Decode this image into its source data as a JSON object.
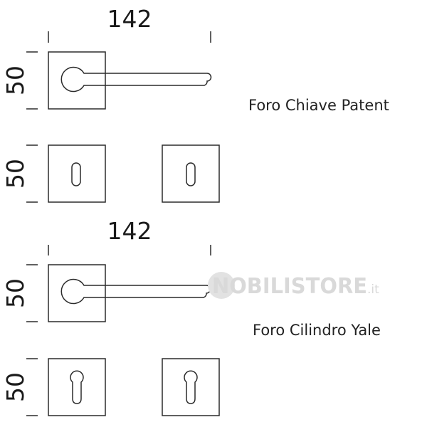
{
  "top_group": {
    "width_dim": "142",
    "handle_height_dim": "50",
    "rose_height_dim": "50",
    "label": "Foro Chiave Patent"
  },
  "bottom_group": {
    "width_dim": "142",
    "handle_height_dim": "50",
    "rose_height_dim": "50",
    "label": "Foro Cilindro Yale"
  },
  "watermark": {
    "brand": "NOBILISTORE",
    "suffix": ".it"
  }
}
